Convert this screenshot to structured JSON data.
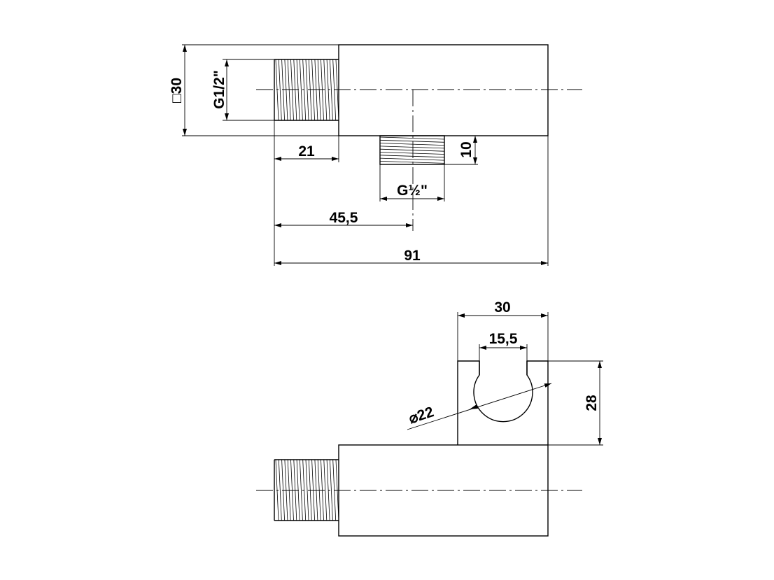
{
  "drawing": {
    "top_view": {
      "dimensions": {
        "square": "□30",
        "thread_inlet": "G1/2\"",
        "thread_inlet_length": "21",
        "outlet_height": "10",
        "outlet_thread": "G½\"",
        "outlet_position": "45,5",
        "overall_length": "91"
      }
    },
    "side_view": {
      "dimensions": {
        "bracket_width": "30",
        "slot_width": "15,5",
        "hole_diameter": "⌀22",
        "bracket_height": "28"
      }
    }
  }
}
